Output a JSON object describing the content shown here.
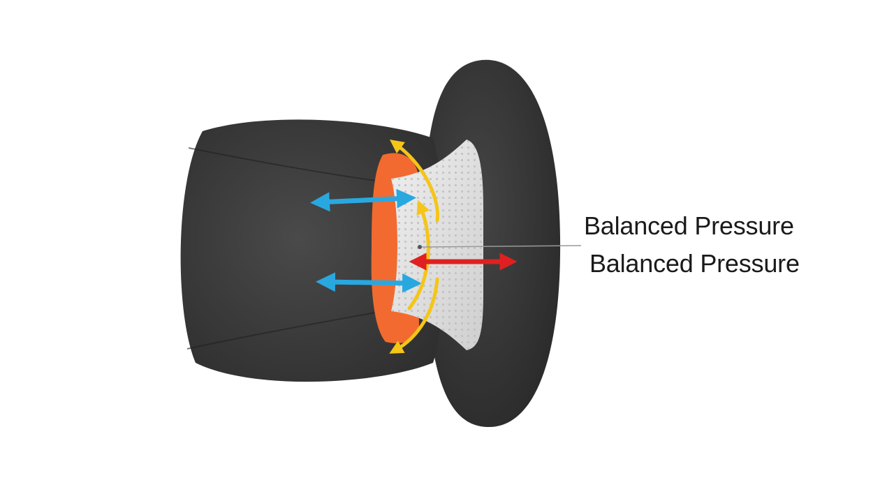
{
  "callout": {
    "primary": "Balanced Pressure",
    "secondary": "Balanced Pressure"
  },
  "colors": {
    "background": "#ffffff",
    "seat": "#3a3a3a",
    "seat_shadow": "#2b2b2b",
    "backrest": "#353535",
    "cushion": "#e2e2e2",
    "orange_pad": "#f26a30",
    "blue_arrow": "#29a8e0",
    "yellow_arrow": "#f5c518",
    "red_arrow": "#e02020",
    "leader_line": "#9a9a9a",
    "text": "#1a1a1a"
  },
  "icons": [
    "seat-shape",
    "backrest-shape",
    "lumbar-cushion",
    "blue-double-arrow",
    "yellow-curved-arrow",
    "red-double-arrow"
  ]
}
